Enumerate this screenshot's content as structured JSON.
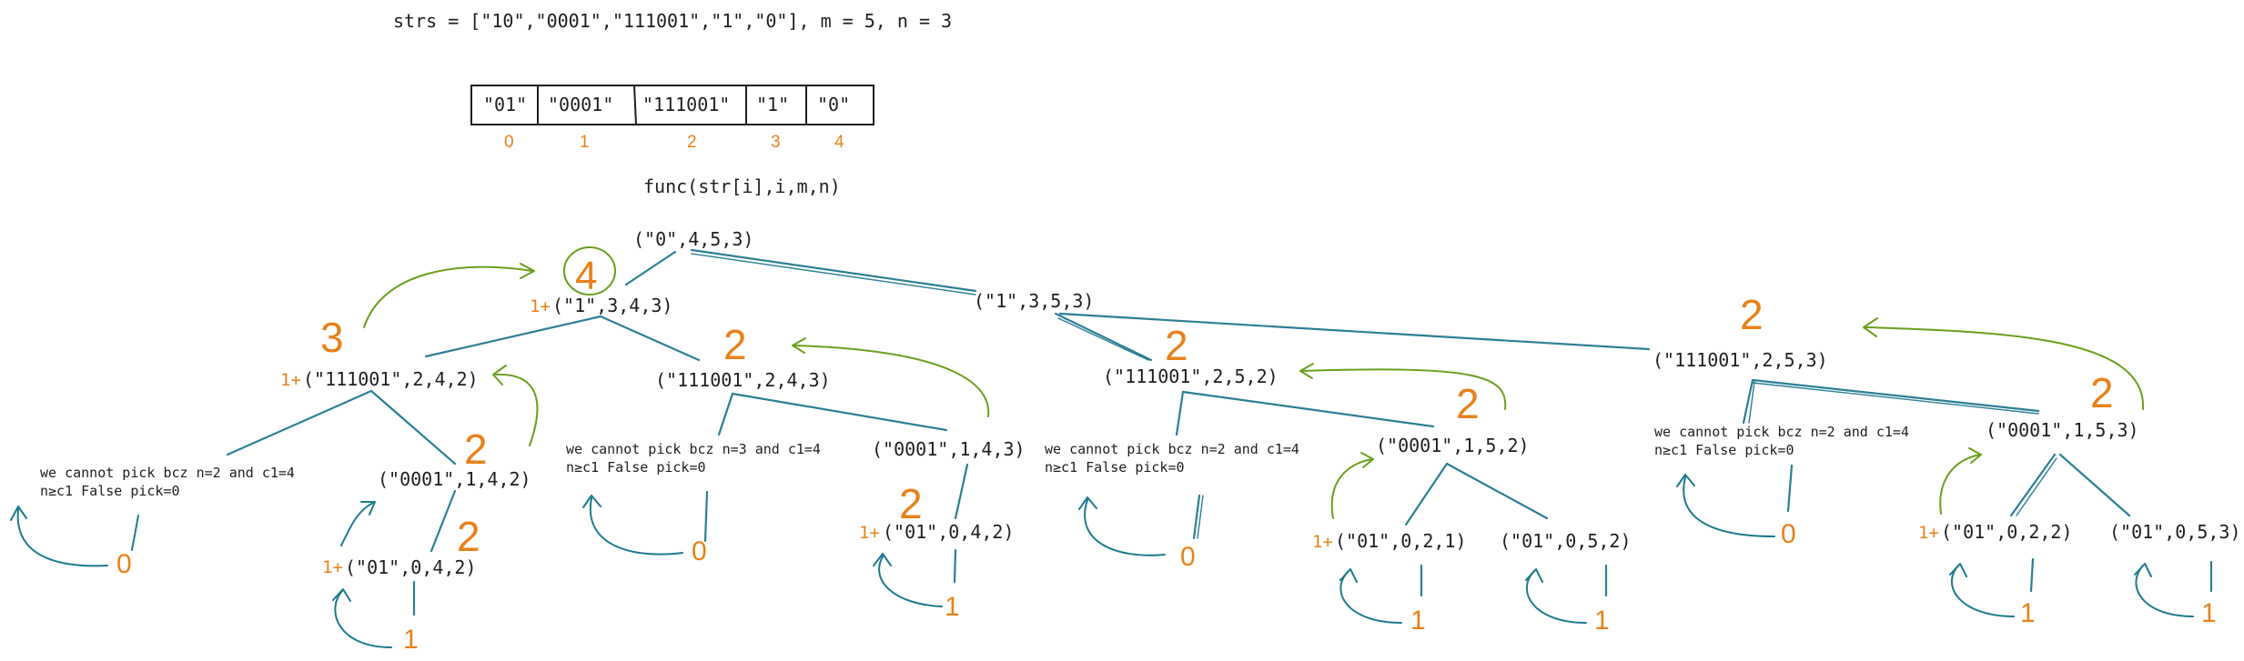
{
  "header": "strs = [\"10\",\"0001\",\"111001\",\"1\",\"0\"], m = 5, n = 3",
  "array_cells": [
    "\"01\"",
    "\"0001\"",
    "\"111001\"",
    "\"1\"",
    "\"0\""
  ],
  "array_indices": [
    "0",
    "1",
    "2",
    "3",
    "4"
  ],
  "signature": "func(str[i],i,m,n)",
  "one_plus": "1+",
  "nodes": {
    "root": "(\"0\",4,5,3)",
    "a_pick": "(\"1\",3,4,3)",
    "a_skip": "(\"1\",3,5,3)",
    "b1_pick": "(\"111001\",2,4,2)",
    "b1_skip": "(\"111001\",2,4,3)",
    "b2_pick": "(\"111001\",2,5,2)",
    "b2_skip": "(\"111001\",2,5,3)",
    "c1": "(\"0001\",1,4,2)",
    "c2": "(\"0001\",1,4,3)",
    "c3": "(\"0001\",1,5,2)",
    "c4": "(\"0001\",1,5,3)",
    "d1": "(\"01\",0,4,2)",
    "d2": "(\"01\",0,4,2)",
    "d3a": "(\"01\",0,2,1)",
    "d3b": "(\"01\",0,5,2)",
    "d4a": "(\"01\",0,2,2)",
    "d4b": "(\"01\",0,5,3)"
  },
  "notes": {
    "note1": [
      "we cannot pick bcz n=2 and c1=4",
      "n≥c1 False pick=0"
    ],
    "note2": [
      "we cannot pick bcz n=3 and c1=4",
      "n≥c1 False pick=0"
    ],
    "note3": [
      "we cannot pick bcz n=2 and c1=4",
      "n≥c1 False pick=0"
    ],
    "note4": [
      "we cannot pick bcz n=2 and c1=4",
      "n≥c1 False pick=0"
    ]
  },
  "results": {
    "final": "4",
    "r_a_pick": "3",
    "r_b1_skip": "2",
    "r_c1": "2",
    "r_d1": "2",
    "r_c2": "2",
    "r_b2_pick": "2",
    "r_c3": "2",
    "r_b2_skip": "2",
    "r_c4": "2",
    "zero1": "0",
    "zero2": "0",
    "zero3": "0",
    "zero4": "0",
    "one1": "1",
    "one2": "1",
    "one3a": "1",
    "one3b": "1",
    "one4a": "1",
    "one4b": "1"
  },
  "colors": {
    "orange": "#e8811a",
    "teal": "#2b7f95",
    "green": "#6b9e1e",
    "ink": "#1e1e1e"
  }
}
